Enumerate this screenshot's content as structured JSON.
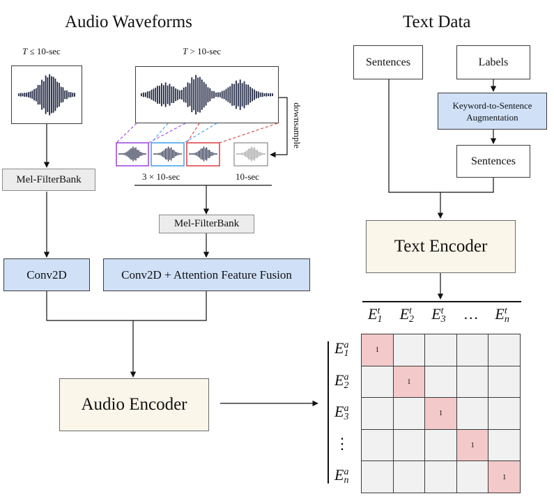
{
  "titles": {
    "audio": "Audio Waveforms",
    "text": "Text Data"
  },
  "waveform_labels": {
    "short": {
      "var": "T",
      "op": " ≤ ",
      "value": "10-sec"
    },
    "long": {
      "var": "T",
      "op": " > ",
      "value": "10-sec"
    }
  },
  "downsample": "downsample",
  "chunk_labels": {
    "three": "3 × 10-sec",
    "ten": "10-sec"
  },
  "blocks": {
    "melfilter_left": "Mel-FilterBank",
    "melfilter_right": "Mel-FilterBank",
    "conv2d": "Conv2D",
    "conv2d_fusion": "Conv2D + Attention Feature Fusion",
    "audio_encoder": "Audio Encoder",
    "sentences_top": "Sentences",
    "labels": "Labels",
    "kw_aug_line1": "Keyword-to-Sentence",
    "kw_aug_line2": "Augmentation",
    "sentences_mid": "Sentences",
    "text_encoder": "Text Encoder"
  },
  "matrix": {
    "col_labels": [
      {
        "base": "E",
        "sup": "t",
        "sub": "1"
      },
      {
        "base": "E",
        "sup": "t",
        "sub": "2"
      },
      {
        "base": "E",
        "sup": "t",
        "sub": "3"
      },
      {
        "base": "…",
        "sup": "",
        "sub": ""
      },
      {
        "base": "E",
        "sup": "t",
        "sub": "n"
      }
    ],
    "row_labels": [
      {
        "base": "E",
        "sup": "a",
        "sub": "1"
      },
      {
        "base": "E",
        "sup": "a",
        "sub": "2"
      },
      {
        "base": "E",
        "sup": "a",
        "sub": "3"
      },
      {
        "base": "⋮",
        "sup": "",
        "sub": ""
      },
      {
        "base": "E",
        "sup": "a",
        "sub": "n"
      }
    ],
    "diag_value": "1",
    "size": 5
  },
  "colors": {
    "blue_fill": "#cfe0f7",
    "gray_fill": "#ececec",
    "cream_fill": "#fbf6ea",
    "diag_fill": "#f4c9c9",
    "wave": "#1d2440",
    "chunk1": "#a24ee0",
    "chunk2": "#4aa3f0",
    "chunk3": "#e0474c",
    "chunk_down": "#9a9a9a"
  }
}
